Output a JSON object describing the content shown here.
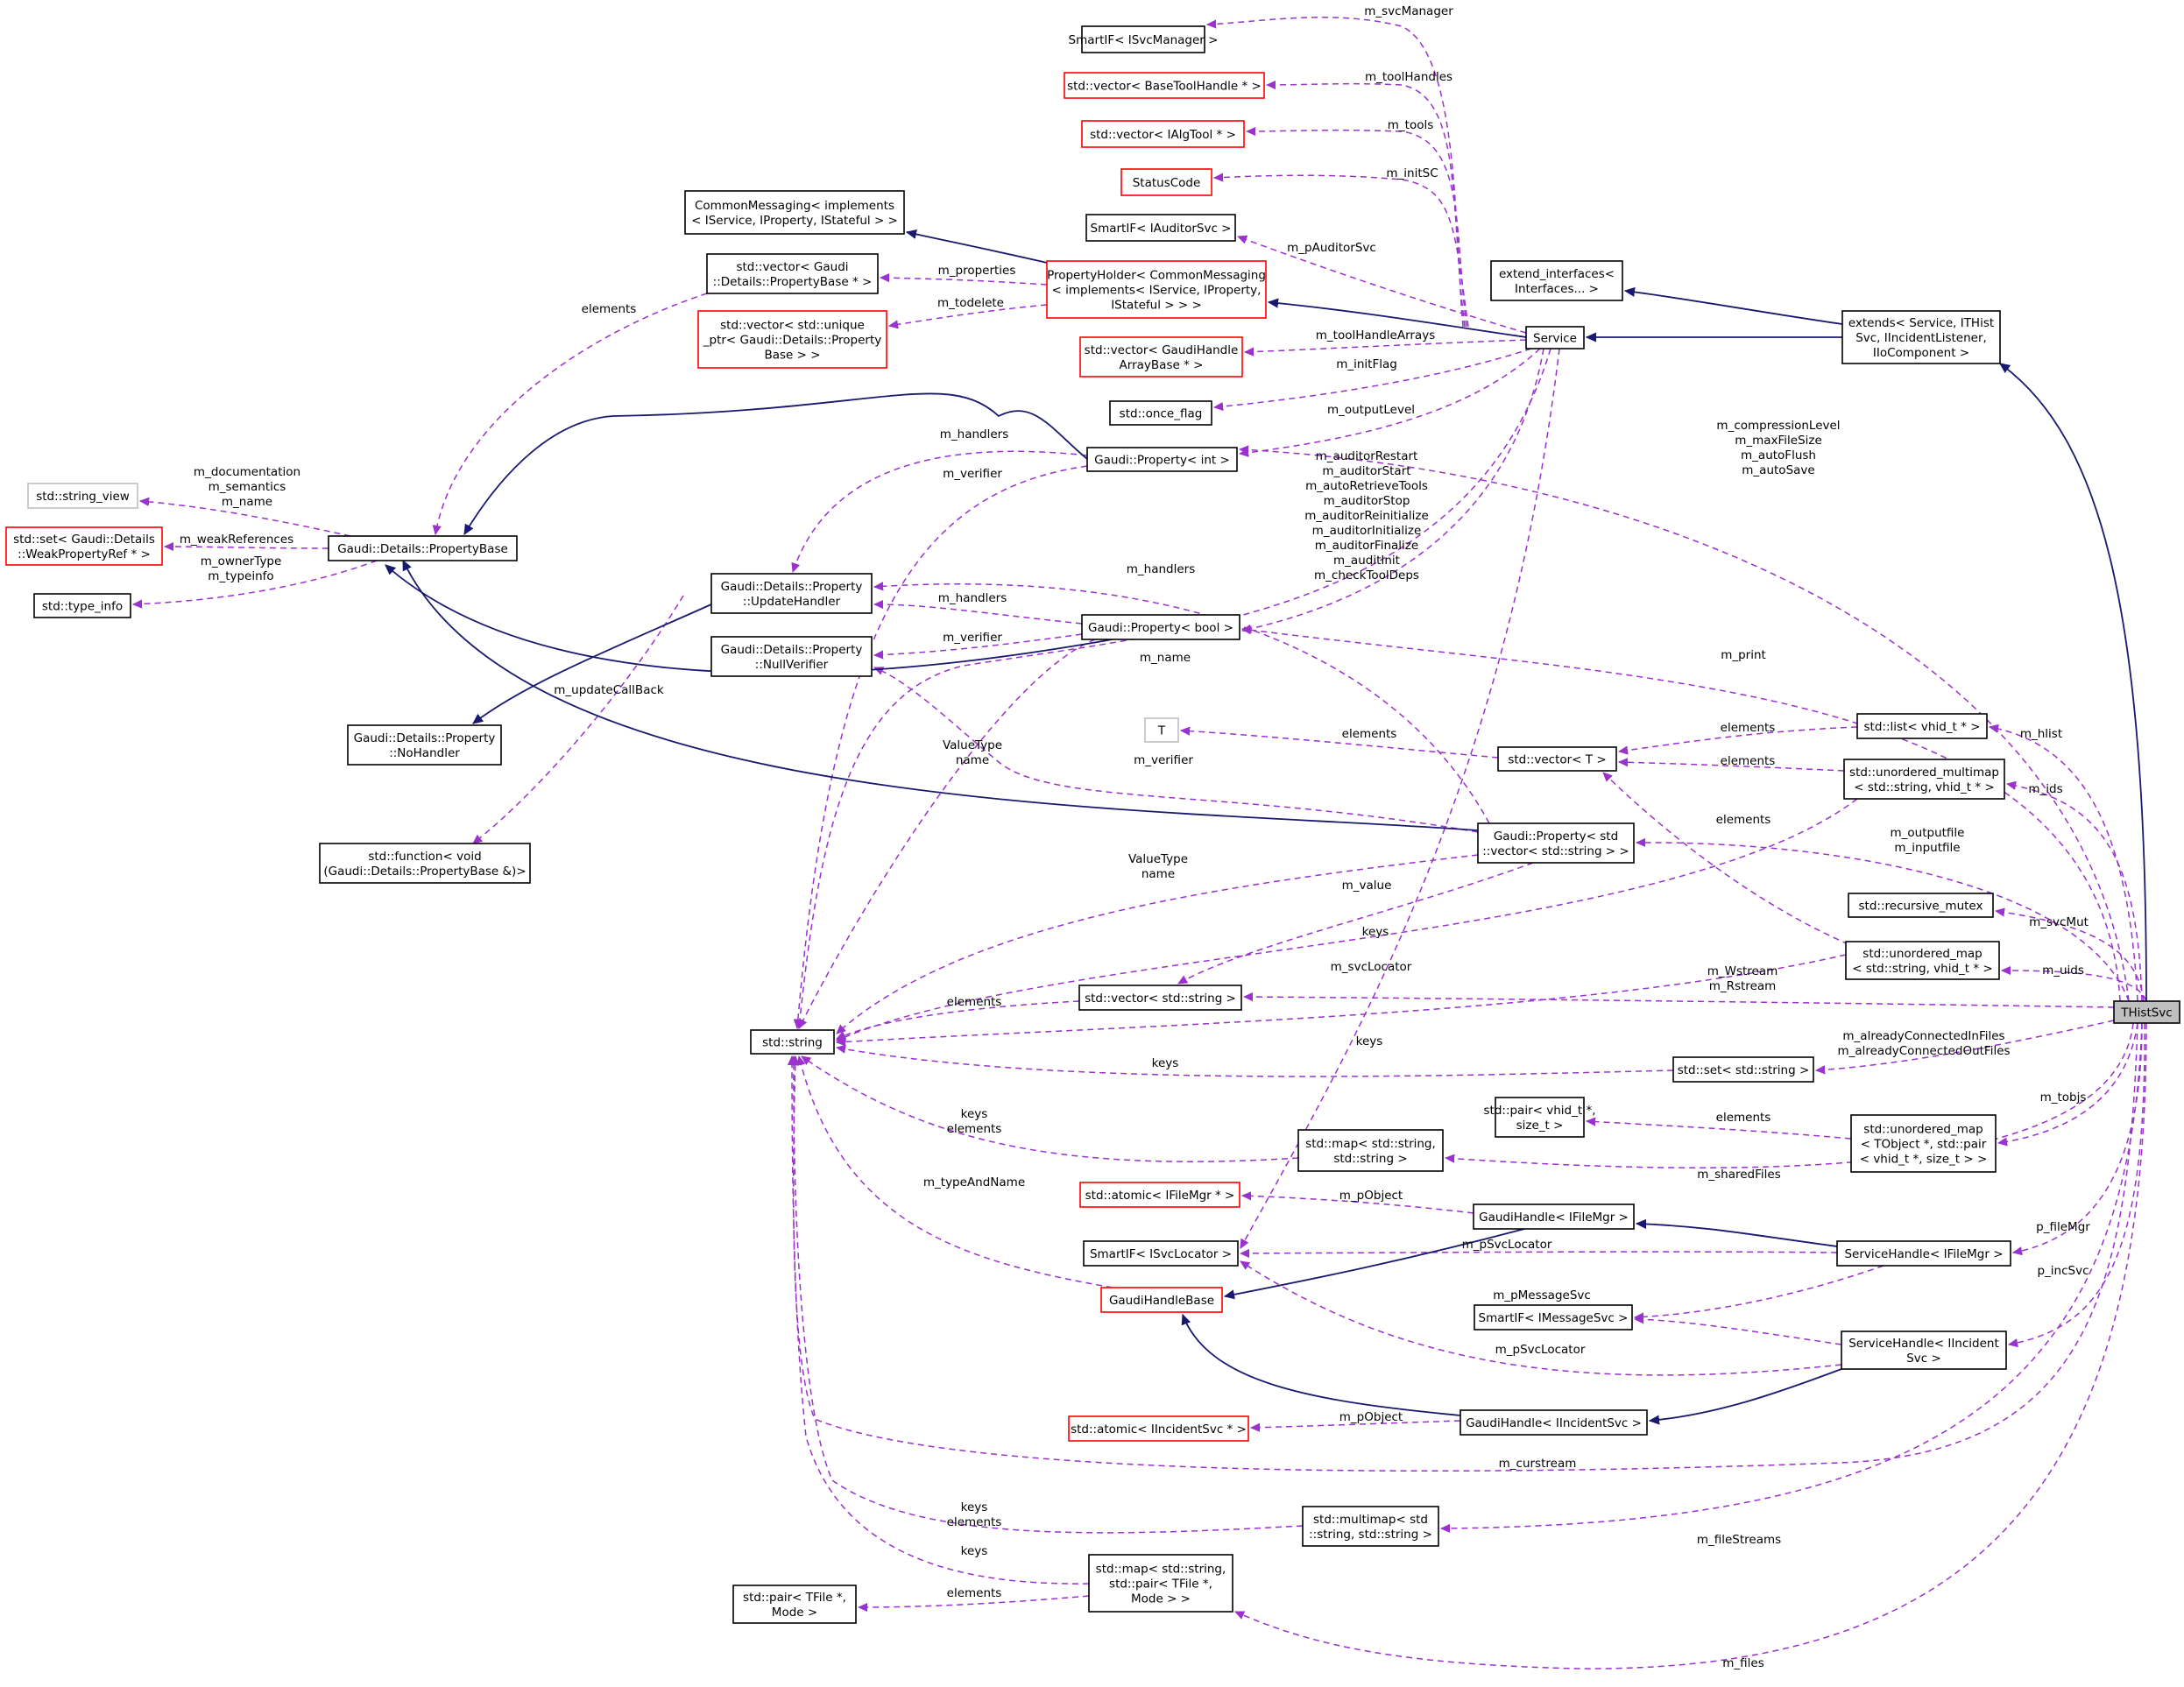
{
  "colors": {
    "usage_edge": "#9a32cd",
    "inheritance_edge": "#191970",
    "focus_fill": "#bfbfbf",
    "undocumented_border": "#ff0000",
    "external_border": "#bfbfbf"
  },
  "nodes": {
    "svcmanager": {
      "lines": [
        "SmartIF< ISvcManager >"
      ],
      "kind": "normal"
    },
    "toolhandle_vec": {
      "lines": [
        "std::vector< BaseToolHandle * >"
      ],
      "kind": "red"
    },
    "algtool_vec": {
      "lines": [
        "std::vector< IAlgTool * >"
      ],
      "kind": "red"
    },
    "statuscode": {
      "lines": [
        "StatusCode"
      ],
      "kind": "red"
    },
    "auditorsvc": {
      "lines": [
        "SmartIF< IAuditorSvc >"
      ],
      "kind": "normal"
    },
    "commonmessaging": {
      "lines": [
        "CommonMessaging< implements",
        "< IService, IProperty, IStateful > >"
      ],
      "kind": "normal"
    },
    "propbase_vec": {
      "lines": [
        "std::vector< Gaudi",
        "::Details::PropertyBase * >"
      ],
      "kind": "normal"
    },
    "propertyholder": {
      "lines": [
        "PropertyHolder< CommonMessaging",
        "< implements< IService, IProperty,",
        "IStateful > > >"
      ],
      "kind": "red"
    },
    "uniqueptr_vec": {
      "lines": [
        "std::vector< std::unique",
        "_ptr< Gaudi::Details::Property",
        "Base > >"
      ],
      "kind": "red"
    },
    "extend_interfaces": {
      "lines": [
        "extend_interfaces<",
        "Interfaces... >"
      ],
      "kind": "normal"
    },
    "service": {
      "lines": [
        "Service"
      ],
      "kind": "normal"
    },
    "extends": {
      "lines": [
        "extends< Service, ITHist",
        "Svc, IIncidentListener,",
        "IIoComponent >"
      ],
      "kind": "normal"
    },
    "gaudihandlearray_vec": {
      "lines": [
        "std::vector< GaudiHandle",
        "ArrayBase * >"
      ],
      "kind": "red"
    },
    "onceflag": {
      "lines": [
        "std::once_flag"
      ],
      "kind": "normal"
    },
    "string_view": {
      "lines": [
        "std::string_view"
      ],
      "kind": "gray"
    },
    "prop_int": {
      "lines": [
        "Gaudi::Property< int >"
      ],
      "kind": "normal"
    },
    "weakref_set": {
      "lines": [
        "std::set< Gaudi::Details",
        "::WeakPropertyRef * >"
      ],
      "kind": "red"
    },
    "propertybase": {
      "lines": [
        "Gaudi::Details::PropertyBase"
      ],
      "kind": "normal"
    },
    "typeinfo": {
      "lines": [
        "std::type_info"
      ],
      "kind": "normal"
    },
    "updatehandler": {
      "lines": [
        "Gaudi::Details::Property",
        "::UpdateHandler"
      ],
      "kind": "normal"
    },
    "nullverifier": {
      "lines": [
        "Gaudi::Details::Property",
        "::NullVerifier"
      ],
      "kind": "normal"
    },
    "prop_bool": {
      "lines": [
        "Gaudi::Property< bool >"
      ],
      "kind": "normal"
    },
    "nohandler": {
      "lines": [
        "Gaudi::Details::Property",
        "::NoHandler"
      ],
      "kind": "normal"
    },
    "T": {
      "lines": [
        "T"
      ],
      "kind": "gray"
    },
    "vector_T": {
      "lines": [
        "std::vector< T >"
      ],
      "kind": "normal"
    },
    "list_vhid": {
      "lines": [
        "std::list< vhid_t * >"
      ],
      "kind": "normal"
    },
    "umultimap": {
      "lines": [
        "std::unordered_multimap",
        "< std::string, vhid_t * >"
      ],
      "kind": "normal"
    },
    "std_function": {
      "lines": [
        "std::function< void",
        "(Gaudi::Details::PropertyBase &)>"
      ],
      "kind": "normal"
    },
    "prop_vecstring": {
      "lines": [
        "Gaudi::Property< std",
        "::vector< std::string > >"
      ],
      "kind": "normal"
    },
    "recursive_mutex": {
      "lines": [
        "std::recursive_mutex"
      ],
      "kind": "normal"
    },
    "umap_vhid": {
      "lines": [
        "std::unordered_map",
        "< std::string, vhid_t * >"
      ],
      "kind": "normal"
    },
    "vec_string": {
      "lines": [
        "std::vector< std::string >"
      ],
      "kind": "normal"
    },
    "thistsvc": {
      "lines": [
        "THistSvc"
      ],
      "kind": "focus"
    },
    "std_string": {
      "lines": [
        "std::string"
      ],
      "kind": "normal"
    },
    "set_string": {
      "lines": [
        "std::set< std::string >"
      ],
      "kind": "normal"
    },
    "pair_vhid": {
      "lines": [
        "std::pair< vhid_t *,",
        "size_t >"
      ],
      "kind": "normal"
    },
    "map_strstr": {
      "lines": [
        "std::map< std::string,",
        "std::string >"
      ],
      "kind": "normal"
    },
    "umap_tobject": {
      "lines": [
        "std::unordered_map",
        "< TObject *, std::pair",
        "< vhid_t *, size_t > >"
      ],
      "kind": "normal"
    },
    "atomic_filemgr": {
      "lines": [
        "std::atomic< IFileMgr * >"
      ],
      "kind": "red"
    },
    "gh_filemgr": {
      "lines": [
        "GaudiHandle< IFileMgr >"
      ],
      "kind": "normal"
    },
    "svclocator": {
      "lines": [
        "SmartIF< ISvcLocator >"
      ],
      "kind": "normal"
    },
    "sh_filemgr": {
      "lines": [
        "ServiceHandle< IFileMgr >"
      ],
      "kind": "normal"
    },
    "gaudihandlebase": {
      "lines": [
        "GaudiHandleBase"
      ],
      "kind": "red"
    },
    "messagesvc": {
      "lines": [
        "SmartIF< IMessageSvc >"
      ],
      "kind": "normal"
    },
    "sh_incident": {
      "lines": [
        "ServiceHandle< IIncident",
        "Svc >"
      ],
      "kind": "normal"
    },
    "atomic_incident": {
      "lines": [
        "std::atomic< IIncidentSvc * >"
      ],
      "kind": "red"
    },
    "gh_incident": {
      "lines": [
        "GaudiHandle< IIncidentSvc >"
      ],
      "kind": "normal"
    },
    "multimap_strstr": {
      "lines": [
        "std::multimap< std",
        "::string, std::string >"
      ],
      "kind": "normal"
    },
    "pair_tfile": {
      "lines": [
        "std::pair< TFile *,",
        "Mode >"
      ],
      "kind": "normal"
    },
    "map_pair_tfile": {
      "lines": [
        "std::map< std::string,",
        "std::pair< TFile *,",
        "Mode > >"
      ],
      "kind": "normal"
    }
  },
  "edge_labels": {
    "m_svcManager": [
      "m_svcManager"
    ],
    "m_toolHandles": [
      "m_toolHandles"
    ],
    "m_tools": [
      "m_tools"
    ],
    "m_initSC": [
      "m_initSC"
    ],
    "m_pAuditorSvc": [
      "m_pAuditorSvc"
    ],
    "elements_propbase": [
      "elements"
    ],
    "m_properties": [
      "m_properties"
    ],
    "m_todelete": [
      "m_todelete"
    ],
    "m_toolHandleArrays": [
      "m_toolHandleArrays"
    ],
    "m_initFlag": [
      "m_initFlag"
    ],
    "m_outputLevel": [
      "m_outputLevel"
    ],
    "m_handlers_int": [
      "m_handlers"
    ],
    "m_verifier_int": [
      "m_verifier"
    ],
    "pb_strings": [
      "m_documentation",
      "m_semantics",
      "m_name"
    ],
    "m_weakReferences": [
      "m_weakReferences"
    ],
    "m_ownerType": [
      "m_ownerType",
      "m_typeinfo"
    ],
    "valuetype_int": [
      "ValueType",
      "name"
    ],
    "auditor_flags": [
      "m_auditorRestart",
      "m_auditorStart",
      "m_autoRetrieveTools",
      "m_auditorStop",
      "m_auditorReinitialize",
      "m_auditorInitialize",
      "m_auditorFinalize",
      "m_auditInit",
      "m_checkToolDeps"
    ],
    "m_compressionLevel": [
      "m_compressionLevel",
      "m_maxFileSize",
      "m_autoFlush",
      "m_autoSave"
    ],
    "m_handlers_vec": [
      "m_handlers"
    ],
    "m_handlers_bool": [
      "m_handlers"
    ],
    "m_verifier_bool": [
      "m_verifier"
    ],
    "m_updateCallBack": [
      "m_updateCallBack"
    ],
    "m_name_service": [
      "m_name"
    ],
    "m_print": [
      "m_print"
    ],
    "valuetype_bool": [
      "ValueType",
      "name"
    ],
    "elements_T": [
      "elements"
    ],
    "m_verifier_vec": [
      "m_verifier"
    ],
    "elements_list": [
      "elements"
    ],
    "m_hlist": [
      "m_hlist"
    ],
    "elements_umm": [
      "elements"
    ],
    "m_ids": [
      "m_ids"
    ],
    "elements_umap": [
      "elements"
    ],
    "valuetype_vec": [
      "ValueType",
      "name"
    ],
    "m_value": [
      "m_value"
    ],
    "m_outputfile": [
      "m_outputfile",
      "m_inputfile"
    ],
    "keys_umm": [
      "keys"
    ],
    "m_svcMut": [
      "m_svcMut"
    ],
    "m_svcLocator": [
      "m_svcLocator"
    ],
    "m_uids": [
      "m_uids"
    ],
    "m_Wstream": [
      "m_Wstream",
      "m_Rstream"
    ],
    "elements_vecstr": [
      "elements"
    ],
    "keys_umap": [
      "keys"
    ],
    "m_alreadyConnected": [
      "m_alreadyConnectedInFiles",
      "m_alreadyConnectedOutFiles"
    ],
    "keys_set": [
      "keys"
    ],
    "elements_pair_vhid": [
      "elements"
    ],
    "m_tobjs": [
      "m_tobjs"
    ],
    "keys_elements_map": [
      "keys",
      "elements"
    ],
    "m_sharedFiles": [
      "m_sharedFiles"
    ],
    "m_typeAndName": [
      "m_typeAndName"
    ],
    "m_pObject_filemgr": [
      "m_pObject"
    ],
    "p_fileMgr": [
      "p_fileMgr"
    ],
    "m_pSvcLocator_1": [
      "m_pSvcLocator"
    ],
    "p_incSvc": [
      "p_incSvc"
    ],
    "m_pMessageSvc_1": [
      "m_pMessageSvc"
    ],
    "m_pMessageSvc_2": [
      "m_pMessageSvc"
    ],
    "m_pSvcLocator_2": [
      "m_pSvcLocator"
    ],
    "m_pObject_incident": [
      "m_pObject"
    ],
    "m_curstream": [
      "m_curstream"
    ],
    "keys_elements_multimap": [
      "keys",
      "elements"
    ],
    "m_fileStreams": [
      "m_fileStreams"
    ],
    "keys_mappair": [
      "keys"
    ],
    "elements_pair_tfile": [
      "elements"
    ],
    "m_files": [
      "m_files"
    ]
  }
}
